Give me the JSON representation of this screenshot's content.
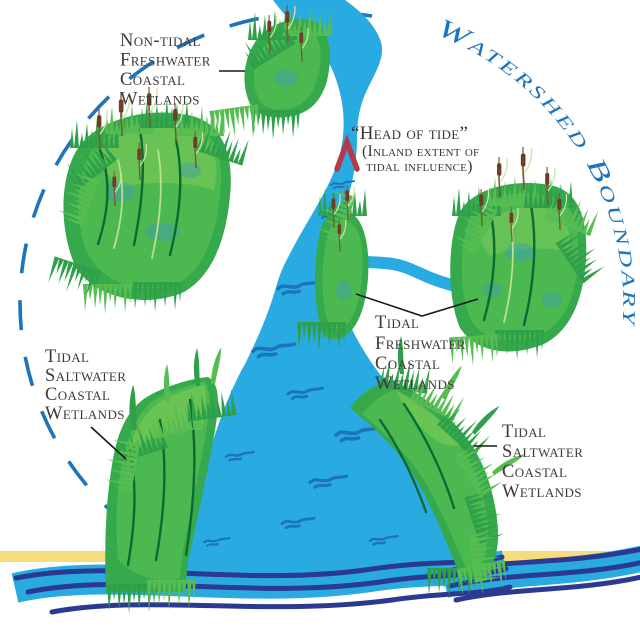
{
  "boundary": {
    "label": "Watershed Boundary",
    "color": "#1C75BC"
  },
  "head_of_tide": {
    "quote": "“Head of tide”",
    "detail_line1": "(Inland extent of",
    "detail_line2": "tidal influence)",
    "marker_color": "#B23A4A"
  },
  "wetland_labels": {
    "non_tidal_freshwater": {
      "lines": [
        "Non-tidal",
        "Freshwater",
        "Coastal",
        "Wetlands"
      ]
    },
    "tidal_freshwater": {
      "lines": [
        "Tidal",
        "Freshwater",
        "Coastal",
        "Wetlands"
      ]
    },
    "tidal_saltwater_left": {
      "lines": [
        "Tidal",
        "Saltwater",
        "Coastal",
        "Wetlands"
      ]
    },
    "tidal_saltwater_right": {
      "lines": [
        "Tidal",
        "Saltwater",
        "Coastal",
        "Wetlands"
      ]
    }
  },
  "colors": {
    "river_blue": "#29ABE2",
    "river_wave_accent": "#1B75BB",
    "ocean_navy": "#2B3990",
    "boundary_blue": "#1C75BC",
    "sand_yellow": "#F5DD7B",
    "grass_green": "#35A94B",
    "grass_light": "#7FCB57",
    "grass_dark": "#0C6B33",
    "cattail_brown": "#6F3D26",
    "label_text": "#3E3A37",
    "marker_red": "#B23A4A"
  }
}
